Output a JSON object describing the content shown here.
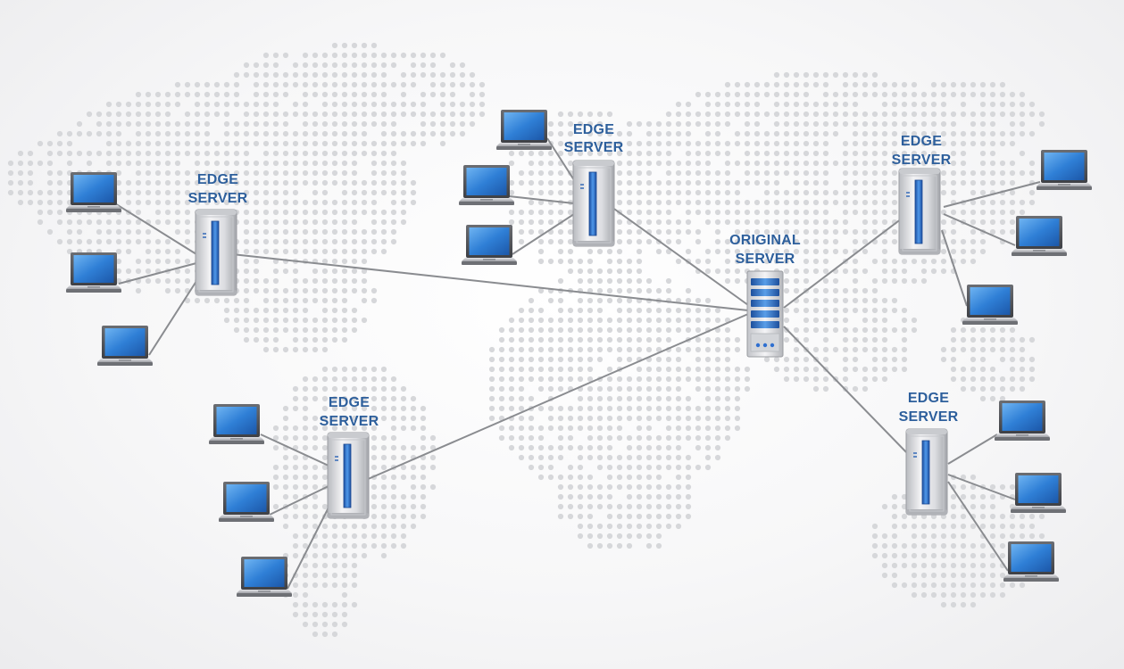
{
  "nodes": {
    "origin": {
      "line1": "ORIGINAL",
      "line2": "SERVER"
    },
    "edge_nw": {
      "line1": "EDGE",
      "line2": "SERVER"
    },
    "edge_n": {
      "line1": "EDGE",
      "line2": "SERVER"
    },
    "edge_ne": {
      "line1": "EDGE",
      "line2": "SERVER"
    },
    "edge_sw": {
      "line1": "EDGE",
      "line2": "SERVER"
    },
    "edge_se": {
      "line1": "EDGE",
      "line2": "SERVER"
    }
  },
  "colors": {
    "label": "#2d5f9c",
    "link": "#8a8c90",
    "map_dot": "#d6d7da",
    "screen": "#2f7fd6",
    "server_stripe": "#2f6fd0"
  },
  "icons": {
    "client": "laptop-icon",
    "edge": "tower-server-icon",
    "origin": "rack-server-icon"
  }
}
